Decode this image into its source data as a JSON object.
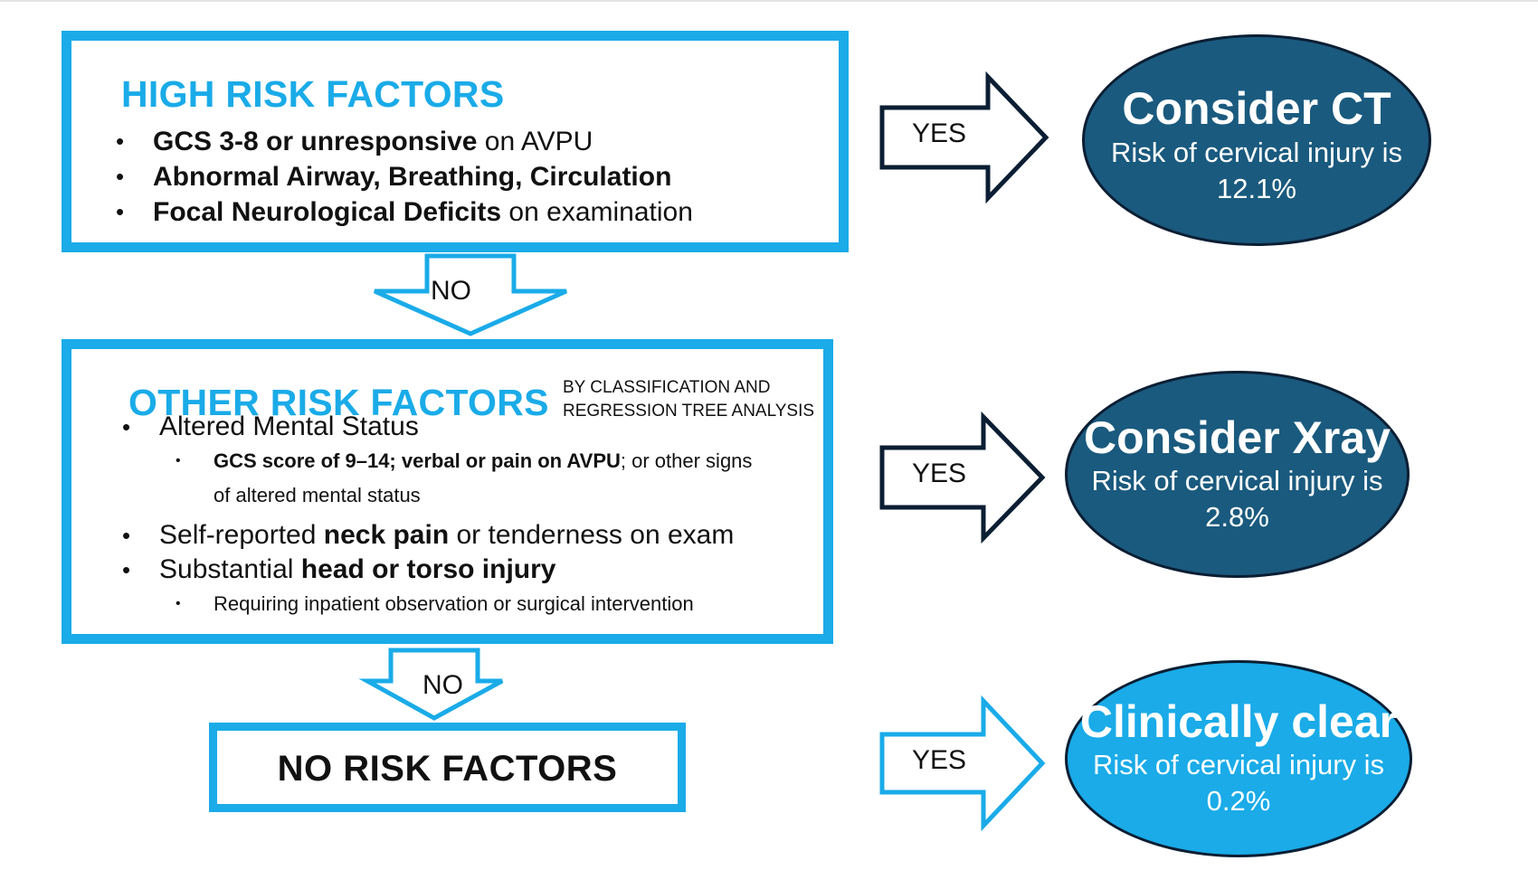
{
  "high_risk": {
    "title": "HIGH RISK FACTORS",
    "items": [
      {
        "bold": "GCS 3-8 or unresponsive",
        "rest": " on AVPU"
      },
      {
        "bold": "Abnormal Airway, Breathing, Circulation",
        "rest": ""
      },
      {
        "bold": "Focal Neurological Deficits",
        "rest": " on examination"
      }
    ]
  },
  "other_risk": {
    "title": "OTHER RISK FACTORS",
    "note_line1": "BY CLASSIFICATION AND",
    "note_line2": "REGRESSION TREE ANALYSIS",
    "item1": "Altered Mental Status",
    "item1_sub_bold": "GCS score of 9–14; verbal or pain on AVPU",
    "item1_sub_rest": "; or other signs of altered mental status",
    "item2_pre": "Self-reported ",
    "item2_bold": "neck pain",
    "item2_post": " or tenderness on exam",
    "item3_pre": "Substantial ",
    "item3_bold": "head or torso injury",
    "item3_sub": "Requiring inpatient observation or surgical intervention"
  },
  "no_risk": {
    "title": "NO RISK FACTORS"
  },
  "arrows": {
    "no_label": "NO",
    "yes_label": "YES"
  },
  "outcomes": {
    "ct": {
      "title": "Consider CT",
      "line1": "Risk of cervical injury is",
      "line2": "12.1%"
    },
    "xray": {
      "title": "Consider Xray",
      "line1": "Risk of cervical injury is",
      "line2": "2.8%"
    },
    "clear": {
      "title": "Clinically clear",
      "line1": "Risk of cervical injury is",
      "line2": "0.2%"
    }
  },
  "colors": {
    "accent_blue": "#1aabe8",
    "dark_navy": "#0b1e33",
    "ellipse_dark": "#1a5a7e",
    "ellipse_light": "#1aabe8"
  }
}
